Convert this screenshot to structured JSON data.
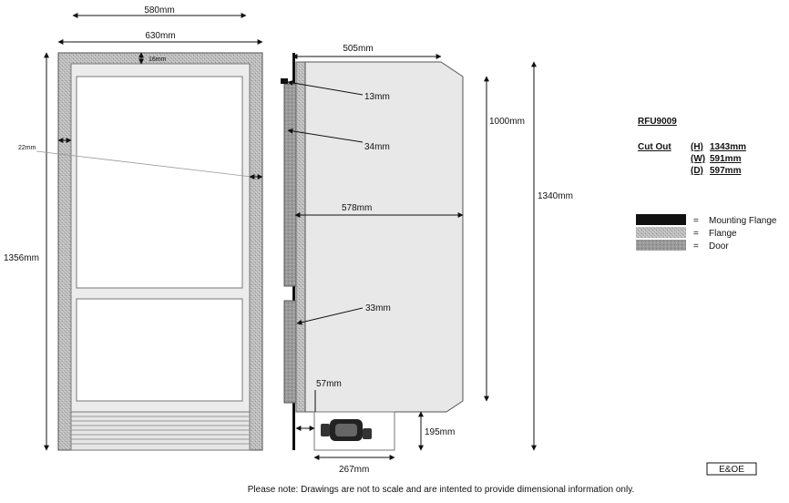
{
  "front": {
    "width_inner": "580mm",
    "width_outer": "630mm",
    "height": "1356mm",
    "top_flange": "16mm",
    "side_flange": "22mm"
  },
  "side": {
    "depth": "505mm",
    "depth_full": "578mm",
    "mounting_flange": "13mm",
    "door_thickness_upper": "34mm",
    "door_thickness_lower": "33mm",
    "bottom_offset": "57mm",
    "base_depth": "267mm",
    "base_height": "195mm",
    "body_height": "1000mm",
    "total_height": "1340mm"
  },
  "spec": {
    "model": "RFU9009",
    "cutout_label": "Cut Out",
    "rows": [
      {
        "key": "(H)",
        "value": "1343mm"
      },
      {
        "key": "(W)",
        "value": "591mm"
      },
      {
        "key": "(D)",
        "value": "597mm"
      }
    ]
  },
  "legend": [
    {
      "label": "Mounting Flange",
      "color": "#111111"
    },
    {
      "label": "Flange",
      "color": "#c9c9c9"
    },
    {
      "label": "Door",
      "color": "#9a9a9a"
    }
  ],
  "legend_eq": "=",
  "eoe": "E&OE",
  "note": "Please note: Drawings are not to scale and are intented to provide dimensional information only."
}
